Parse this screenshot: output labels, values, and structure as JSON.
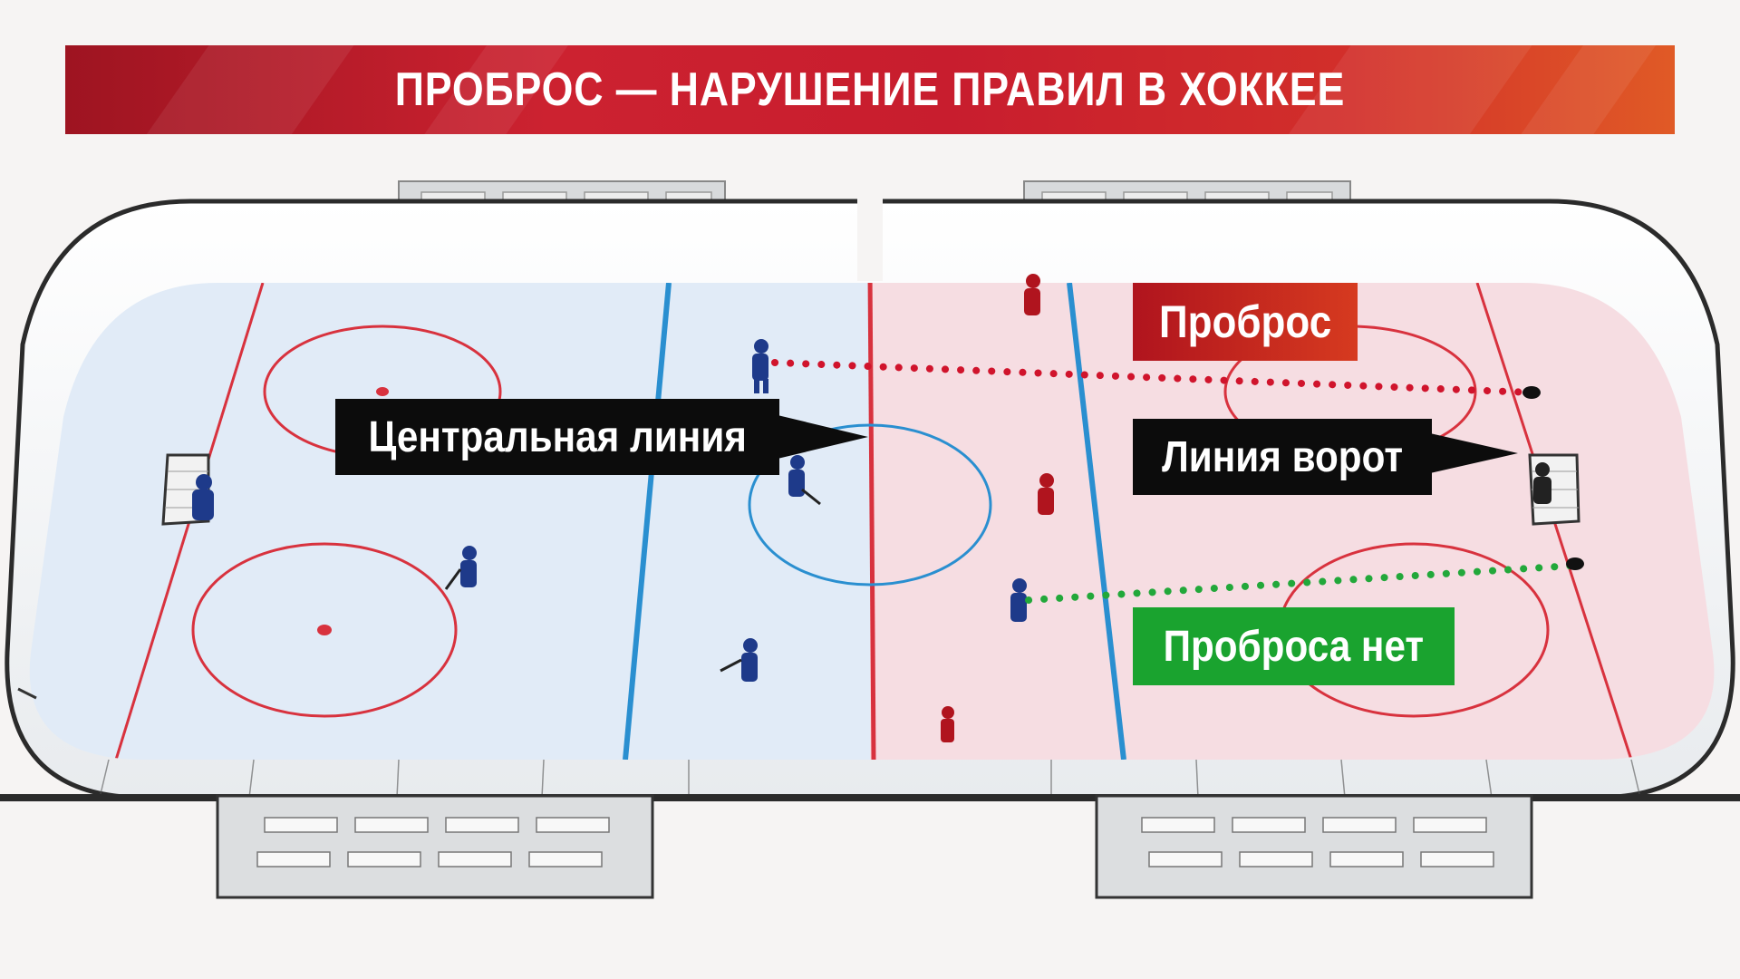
{
  "title": "ПРОБРОС — НАРУШЕНИЕ ПРАВИЛ В ХОККЕЕ",
  "labels": {
    "center_line": "Центральная линия",
    "goal_line": "Линия ворот",
    "icing": "Проброс",
    "no_icing": "Проброса нет"
  },
  "colors": {
    "banner_red": "#c81d2e",
    "banner_orange": "#e05a26",
    "ice_blue_zone": "#e1ebf7",
    "ice_red_zone": "#f6dde2",
    "blue_line": "#2a8fd0",
    "red_line": "#d8323e",
    "icing_path": "#d0142c",
    "no_icing_path": "#22a83a",
    "label_dark": "#0c0c0c",
    "label_green": "#1aa32f",
    "team_blue": "#1e3a8a",
    "team_red": "#b0141e"
  },
  "icons": {
    "puck": "puck-icon",
    "player": "hockey-player-icon",
    "goal": "goal-net-icon"
  }
}
